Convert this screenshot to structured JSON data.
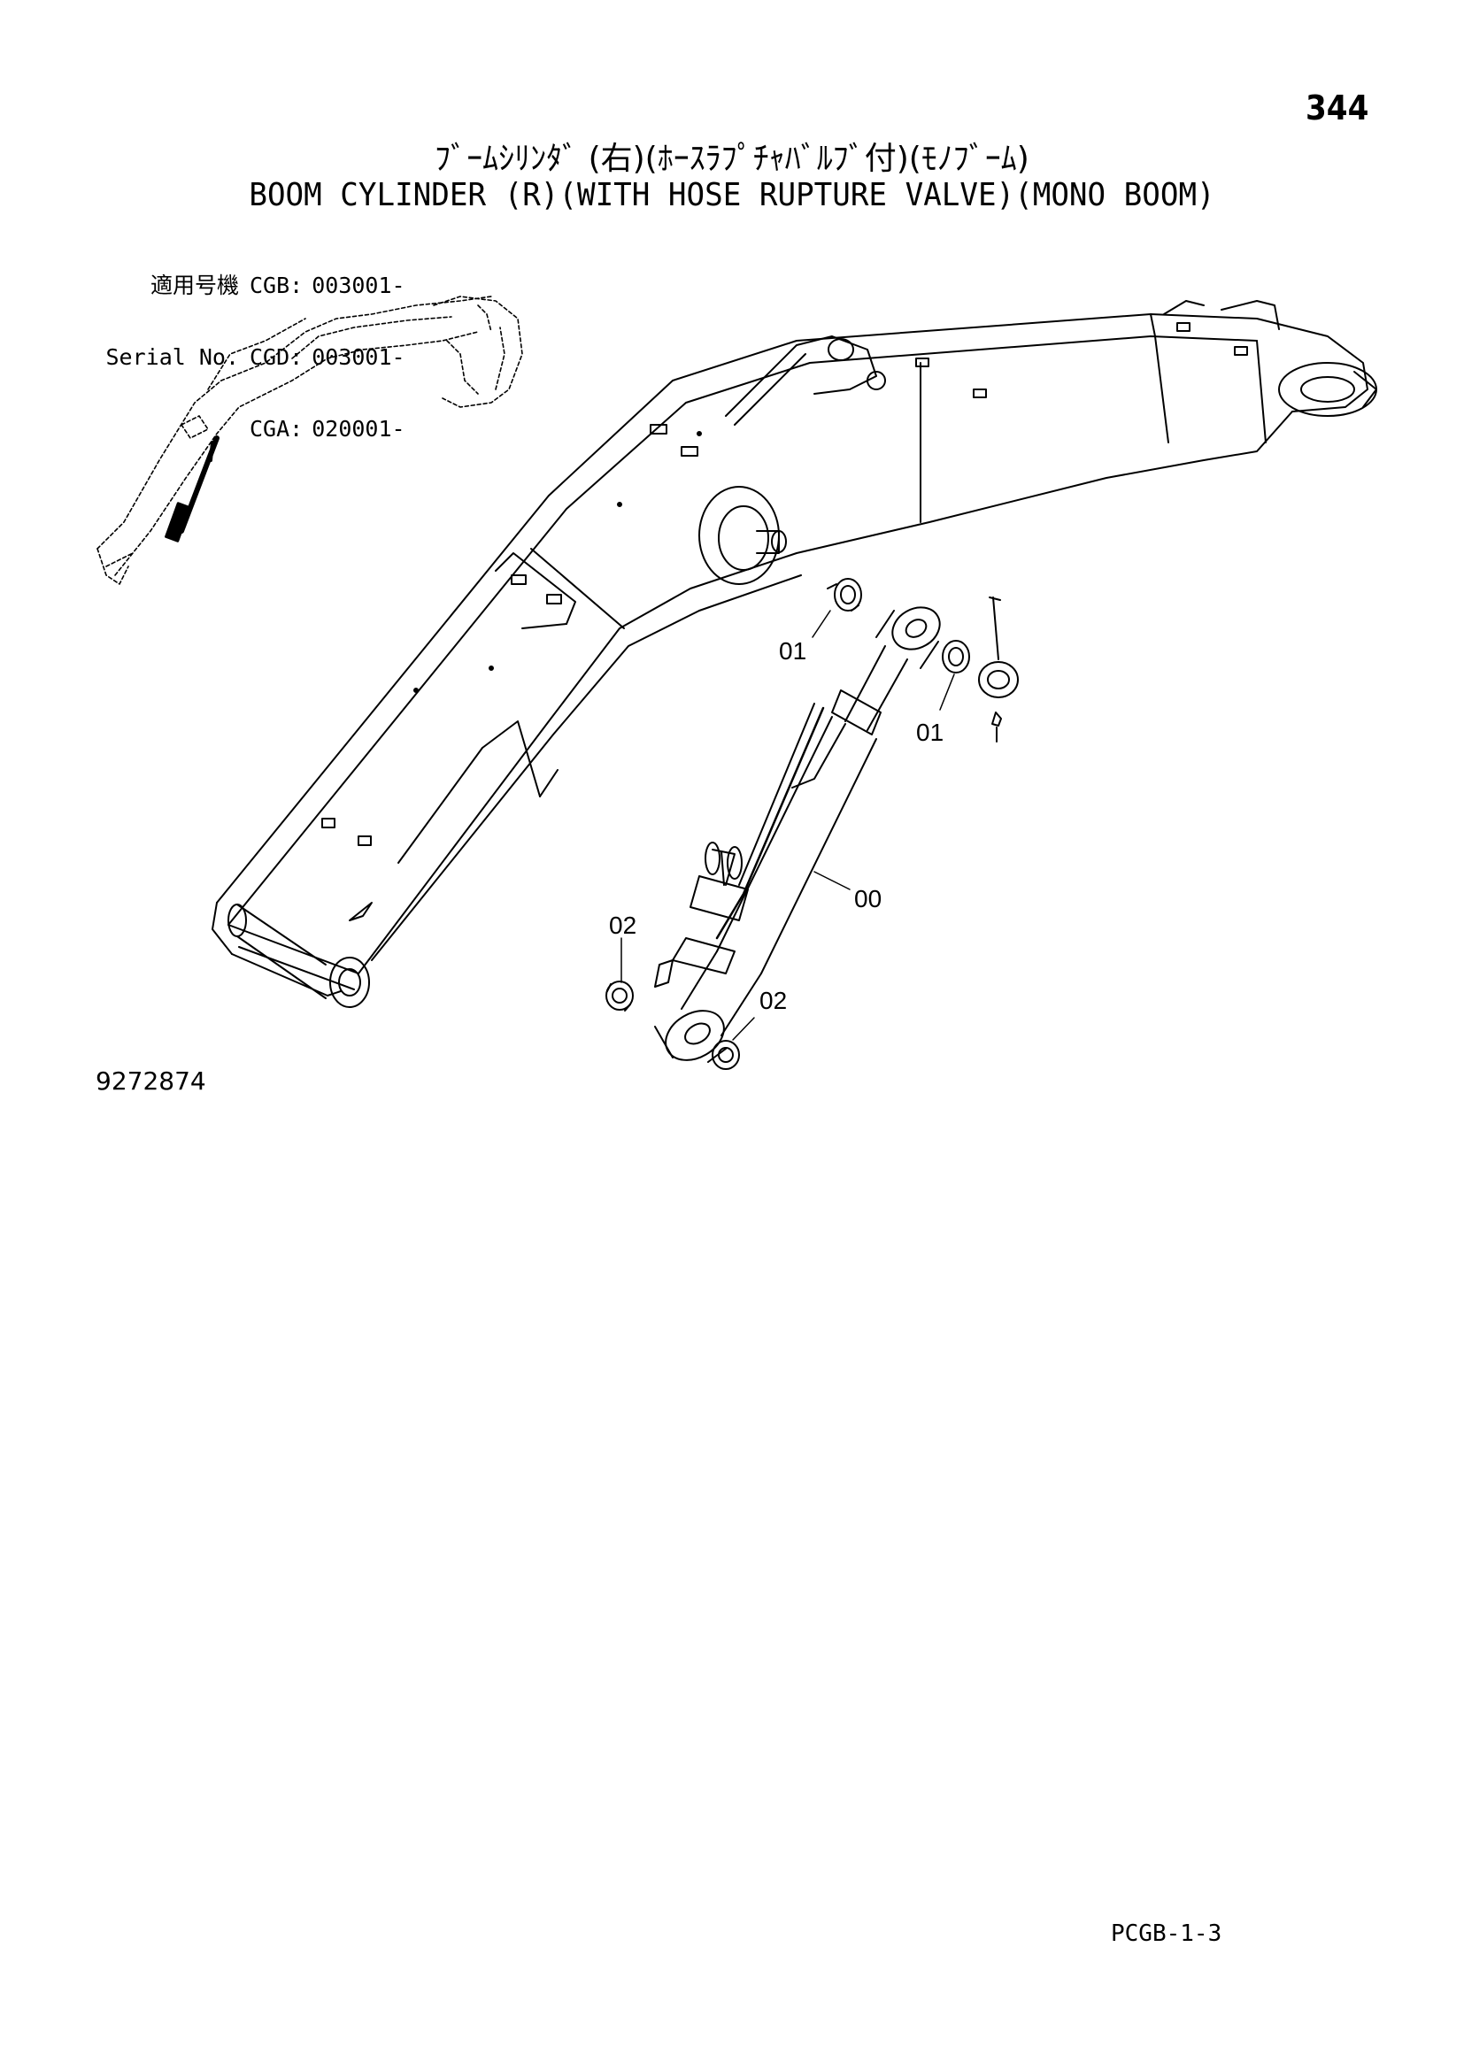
{
  "page": {
    "page_number": "344",
    "title_ja": "ﾌﾞｰﾑｼﾘﾝﾀﾞ (右)(ﾎｰｽﾗﾌﾟﾁｬﾊﾞﾙﾌﾞ付)(ﾓﾉﾌﾞｰﾑ)",
    "title_en": "BOOM CYLINDER (R)(WITH HOSE RUPTURE VALVE)(MONO BOOM)",
    "serial": {
      "label_ja": "適用号機",
      "label_en": "Serial No.",
      "rows": [
        {
          "model": "CGB:",
          "number": "003001-"
        },
        {
          "model": "CGD:",
          "number": "003001-"
        },
        {
          "model": "CGA:",
          "number": "020001-"
        }
      ]
    },
    "drawing_number": "9272874",
    "footer_code": "PCGB-1-3"
  },
  "callouts": {
    "c01a": "01",
    "c01b": "01",
    "c00": "00",
    "c02a": "02",
    "c02b": "02"
  }
}
